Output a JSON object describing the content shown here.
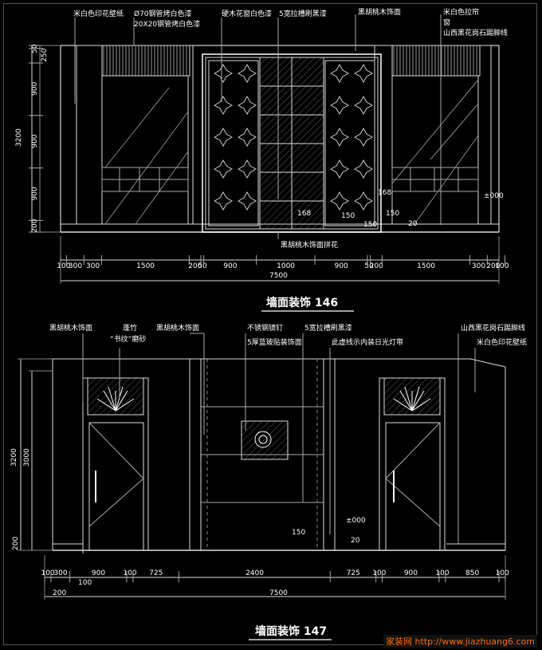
{
  "top": {
    "title": "墙面装饰 146",
    "labels": {
      "wallpaper": "米白色印花壁纸",
      "pipe1": "Ø70钢管烤白色漆",
      "pipe2": "20X20钢管烤白色漆",
      "lattice": "硬木花窗白色漆",
      "groove": "5宽拉槽刷黑漆",
      "walnut": "黑胡桃木饰面",
      "curtain": "米白色拉帘",
      "window": "窗",
      "skirting": "山西黑花岗石踢脚线",
      "parquet": "黑胡桃木饰面拼花"
    },
    "marks": {
      "m1": "168",
      "m2": "168",
      "m3": "150",
      "m4": "150",
      "m5": "150",
      "m6": "20",
      "m7": "±000"
    },
    "vdims": [
      "50",
      "250",
      "900",
      "900",
      "900",
      "200",
      "3200"
    ],
    "hdims": [
      "100",
      "300",
      "300",
      "1500",
      "200",
      "50",
      "900",
      "1000",
      "900",
      "50",
      "200",
      "1500",
      "300",
      "200",
      "100"
    ],
    "total": "7500"
  },
  "bottom": {
    "title": "墙面装饰 147",
    "labels": {
      "walnut_l": "黑胡桃木饰面",
      "bamboo": "蓬竹",
      "frosted": "“书纹”磨砂",
      "walnut_c": "黑胡桃木饰面",
      "nail": "不锈钢镜钉",
      "mirror": "5厚蓝玻贴装饰面",
      "groove": "5宽拉槽刷黑漆",
      "lamp": "此虚线示内装日光灯带",
      "skirting": "山西黑花岗石踢脚线",
      "wallpaper": "米白色印花壁纸"
    },
    "marks": {
      "m1": "150",
      "m2": "±000",
      "m3": "20"
    },
    "vdims": [
      "3200",
      "3000"
    ],
    "hdims": [
      "100",
      "300",
      "900",
      "100",
      "725",
      "2400",
      "725",
      "100",
      "900",
      "100",
      "850",
      "100"
    ],
    "sub": "100",
    "first": "200",
    "total": "7500"
  },
  "watermark": "家装网 http://www.jiazhuang6.com"
}
